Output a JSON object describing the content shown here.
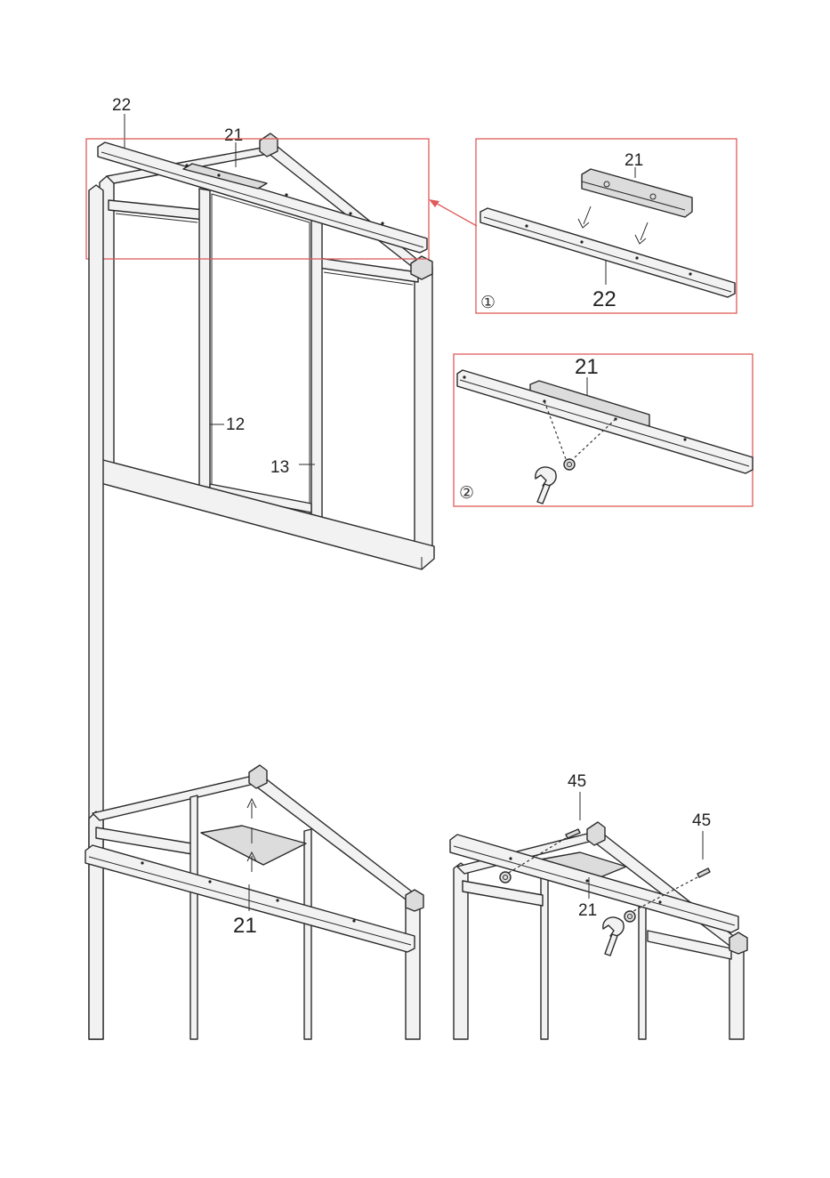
{
  "top": {
    "main_labels": {
      "beam": "22",
      "plate": "21",
      "left_post": "12",
      "right_post": "13"
    },
    "detail1": {
      "step": "①",
      "plate": "21",
      "beam": "22"
    },
    "detail2": {
      "step": "②",
      "plate": "21"
    }
  },
  "bottom": {
    "left": {
      "plate": "21"
    },
    "right": {
      "bolt_a": "45",
      "bolt_b": "45",
      "plate": "21"
    }
  },
  "colors": {
    "callout_frame": "#e05a5a",
    "line": "#2b2b2b"
  }
}
